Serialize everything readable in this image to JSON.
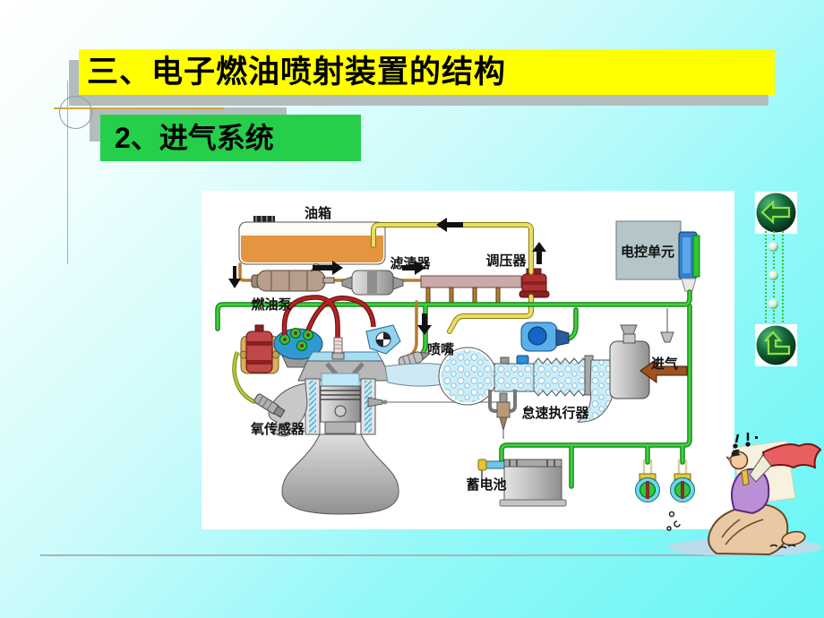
{
  "slide": {
    "title": "三、电子燃油喷射装置的结构",
    "subtitle": "2、进气系统"
  },
  "diagram": {
    "labels": {
      "fuel_tank": "油箱",
      "fuel_filter": "滤清器",
      "pressure_regulator": "调压器",
      "ecu": "电控单元",
      "fuel_pump": "燃油泵",
      "injector_nozzle": "喷嘴",
      "air_intake": "进气",
      "idle_actuator": "怠速执行器",
      "oxygen_sensor": "氧传感器",
      "battery": "蓄电池"
    }
  },
  "nav": {
    "prev_icon": "left-arrow",
    "return_icon": "return-arrow"
  },
  "colors": {
    "slide_bg_cyan": "#67f5f5",
    "title_bar_yellow": "#ffff00",
    "subtitle_bar_green": "#25cf4a",
    "shadow_gray": "#b3bdbd",
    "wire_green": "#2ecc2e",
    "fuel_line_yellow": "#e9de62",
    "tank_orange": "#e3953f",
    "regulator_red": "#b03030",
    "nav_button_green": "#0d5a2a",
    "intake_arrow_brown": "#a0521e"
  }
}
